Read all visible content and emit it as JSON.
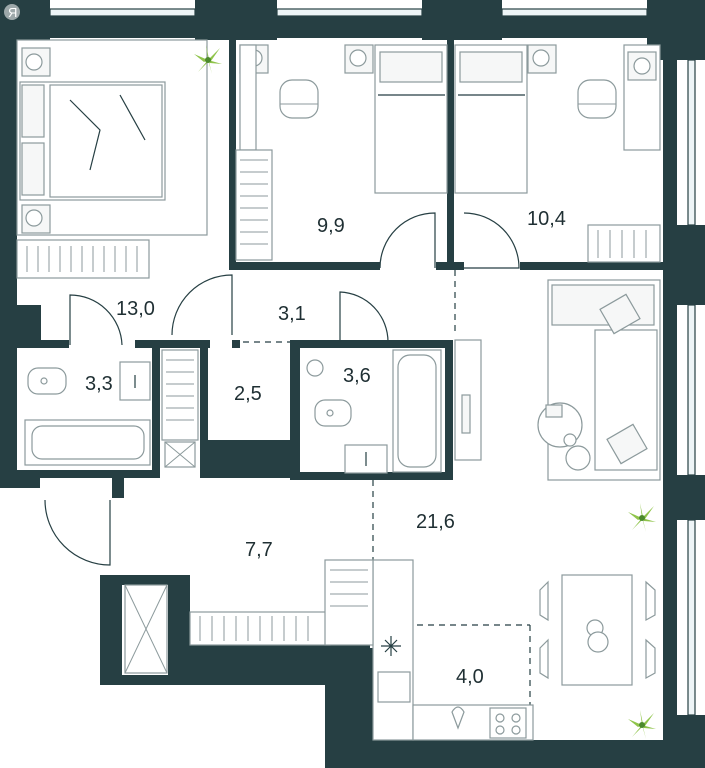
{
  "watermark": {
    "text": "Я"
  },
  "rooms": [
    {
      "id": "bedroom-master",
      "area": "13,0"
    },
    {
      "id": "bedroom-2",
      "area": "9,9"
    },
    {
      "id": "bedroom-3",
      "area": "10,4"
    },
    {
      "id": "corridor",
      "area": "3,1"
    },
    {
      "id": "bathroom-1",
      "area": "3,3"
    },
    {
      "id": "wardrobe",
      "area": "2,5"
    },
    {
      "id": "bathroom-2",
      "area": "3,6"
    },
    {
      "id": "living-room",
      "area": "21,6"
    },
    {
      "id": "hallway",
      "area": "7,7"
    },
    {
      "id": "kitchen",
      "area": "4,0"
    }
  ],
  "icons": [
    "plant-icon",
    "bed-icon",
    "chair-icon",
    "sofa-icon",
    "bathtub-icon",
    "toilet-icon",
    "sink-icon",
    "stove-icon",
    "table-icon"
  ],
  "colors": {
    "wall": "#263f43",
    "furniture": "#8c9a9c",
    "plant": "#8fc44a",
    "background": "#ffffff"
  }
}
